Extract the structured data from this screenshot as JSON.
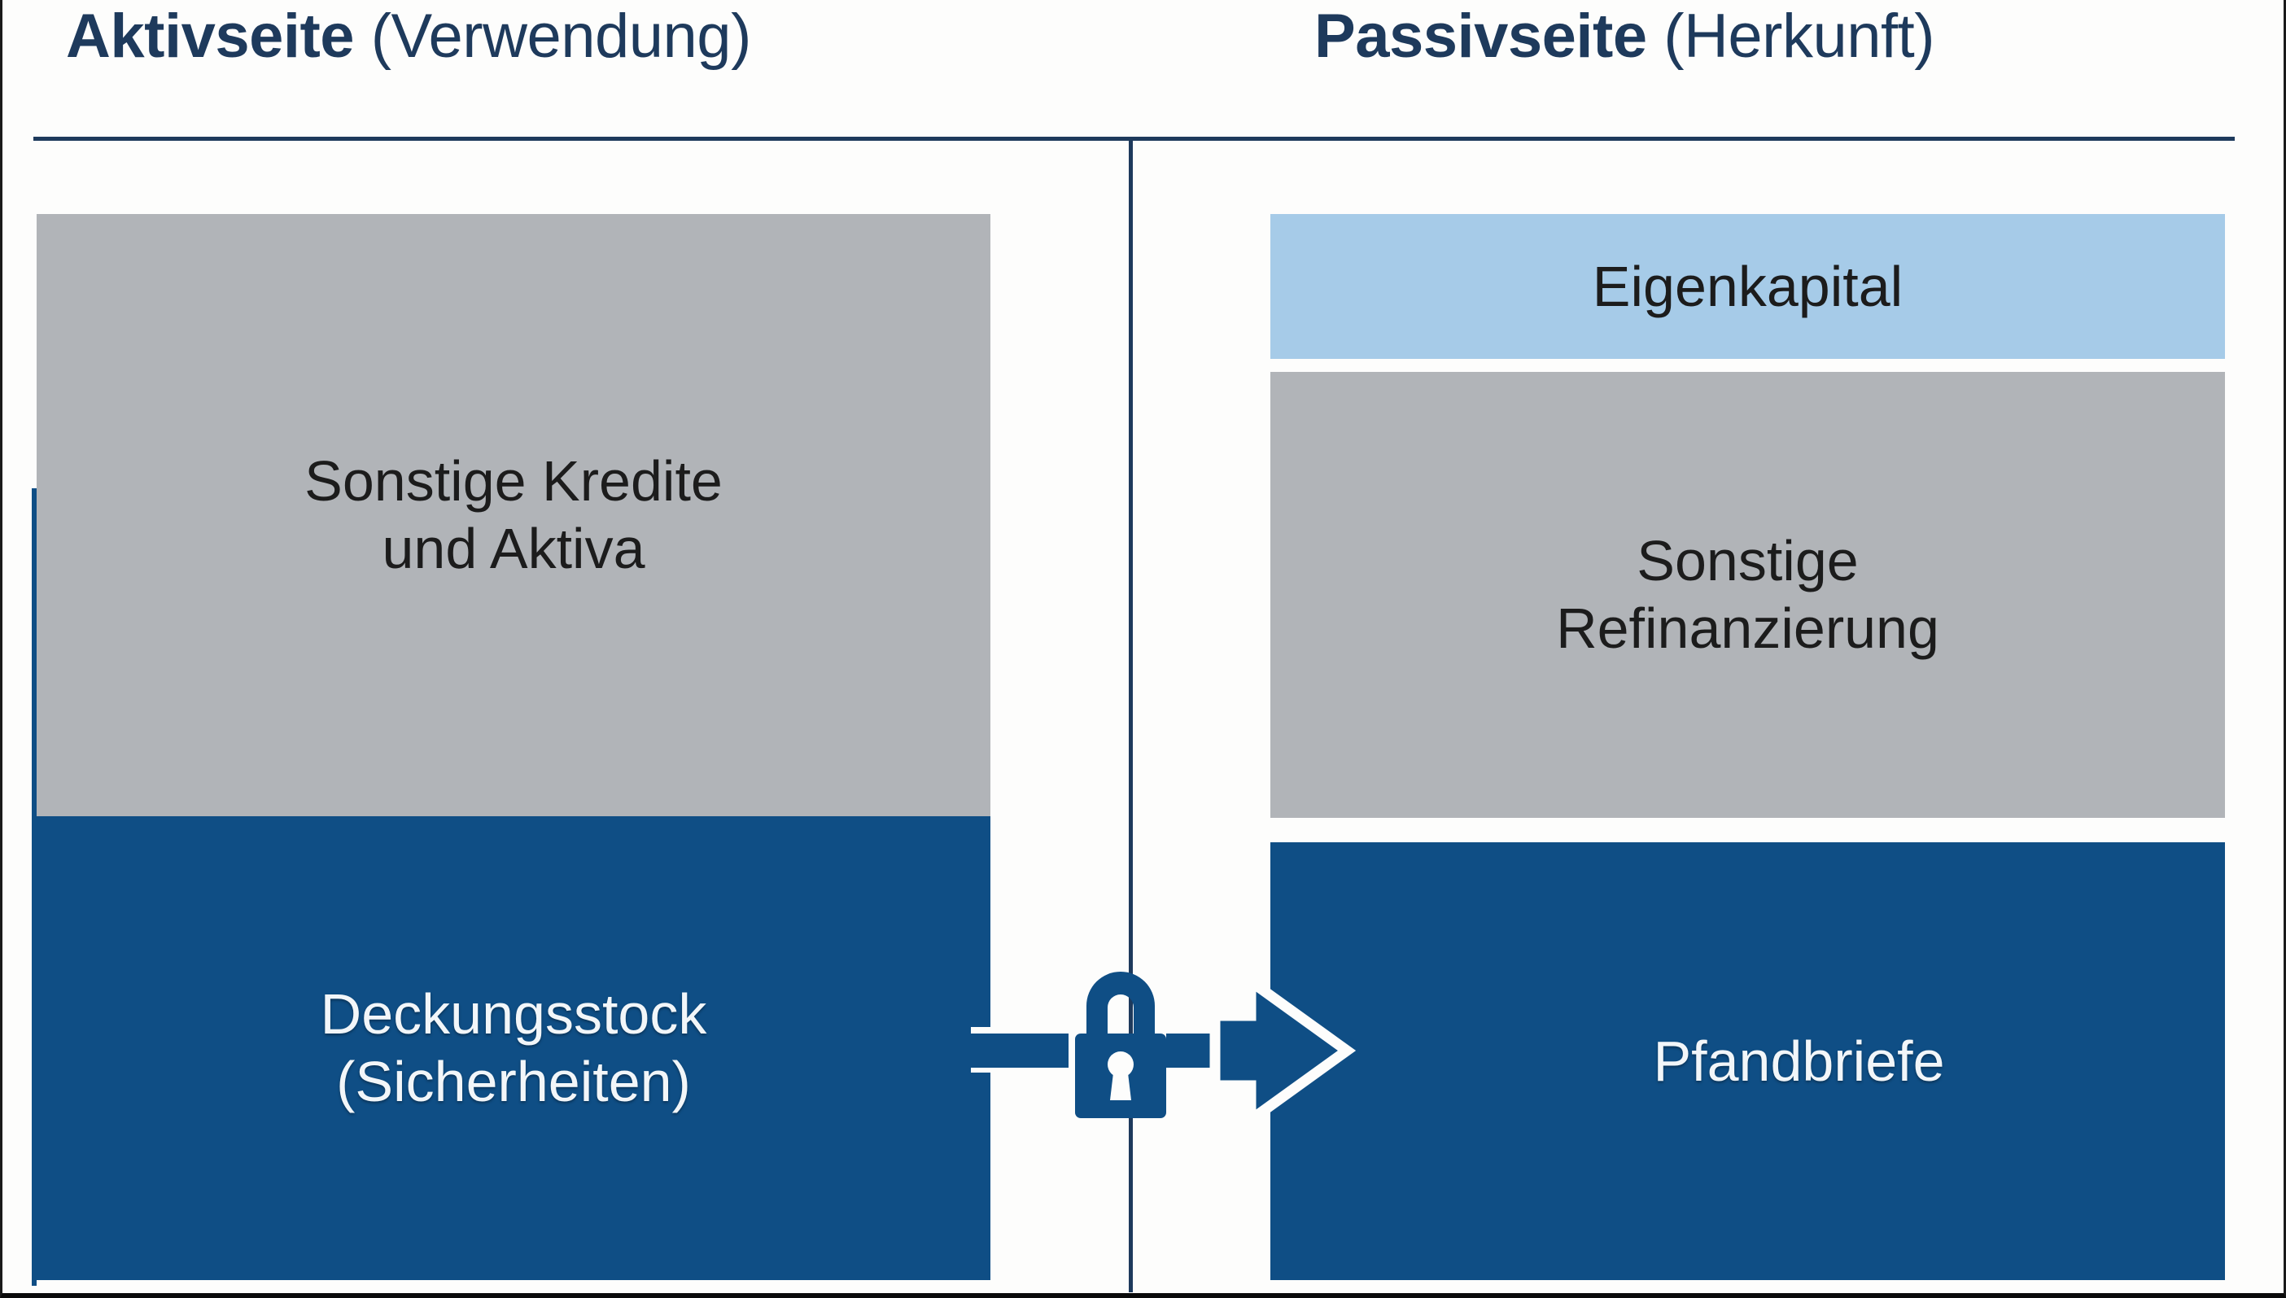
{
  "diagram": {
    "type": "balance-sheet-schematic",
    "language": "de",
    "columns": {
      "left": {
        "title_strong": "Aktivseite",
        "title_light": " (Verwendung)",
        "blocks": [
          {
            "id": "sonstige-kredite-und-aktiva",
            "label": "Sonstige Kredite\nund Aktiva",
            "fill": "#b1b4b8",
            "text_color": "#1c1c1c"
          },
          {
            "id": "deckungsstock",
            "label": "Deckungsstock\n(Sicherheiten)",
            "fill": "#0f4e85",
            "text_color": "#f2f6f9"
          }
        ]
      },
      "right": {
        "title_strong": "Passivseite",
        "title_light": " (Herkunft)",
        "blocks": [
          {
            "id": "eigenkapital",
            "label": "Eigenkapital",
            "fill": "#a6cbe8",
            "text_color": "#1c1c1c"
          },
          {
            "id": "sonstige-refinanzierung",
            "label": "Sonstige\nRefinanzierung",
            "fill": "#b1b4b8",
            "text_color": "#1c1c1c"
          },
          {
            "id": "pfandbriefe",
            "label": "Pfandbriefe",
            "fill": "#0f4e85",
            "text_color": "#f2f6f9"
          }
        ]
      }
    },
    "connector": {
      "icon": "lock-icon",
      "arrow": "arrow-right-icon",
      "from": "deckungsstock",
      "to": "pfandbriefe",
      "color": "#0f4e85"
    },
    "colors": {
      "navy": "#0f4e85",
      "gray": "#b1b4b8",
      "light_blue": "#a6cbe8",
      "rule": "#1e3a5c",
      "heading": "#1e3a5c",
      "background": "#fdfdfc"
    }
  }
}
